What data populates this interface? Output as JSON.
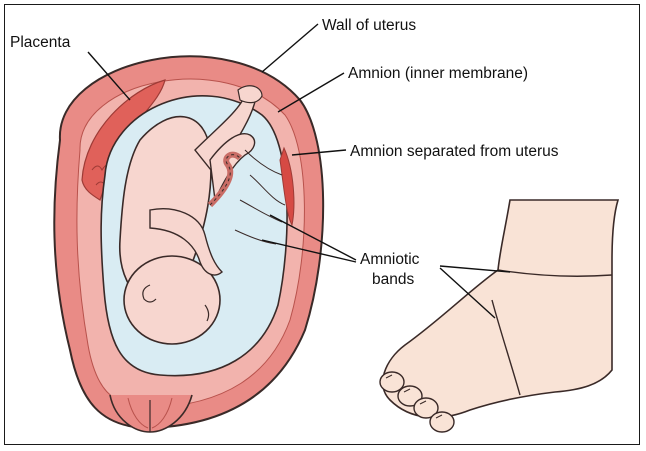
{
  "labels": {
    "placenta": "Placenta",
    "wall_of_uterus": "Wall of uterus",
    "amnion": "Amnion (inner membrane)",
    "amnion_separated": "Amnion separated from uterus",
    "amniotic_bands_line1": "Amniotic",
    "amniotic_bands_line2": "bands"
  },
  "colors": {
    "uterus_wall": "#e98b86",
    "uterus_wall_dark": "#c9534f",
    "placenta": "#e0615a",
    "amniotic_fluid": "#d9ecf3",
    "fetus_skin": "#f7d6cf",
    "foot_skin": "#f9e3d6",
    "outline": "#3a2a28"
  }
}
